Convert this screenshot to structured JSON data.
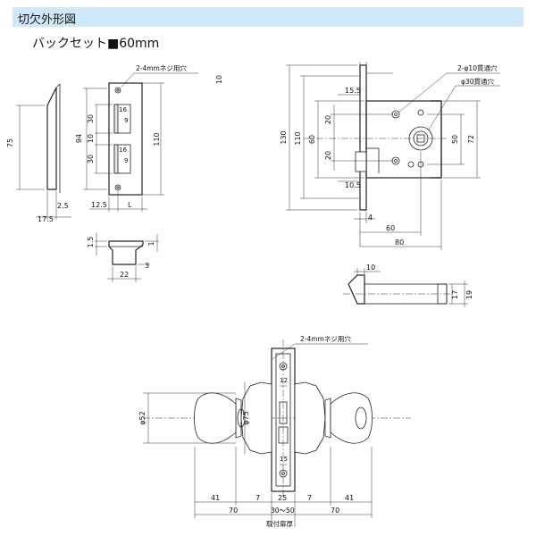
{
  "header": {
    "title": "切欠外形図"
  },
  "subtitle": "バックセット■60mm",
  "labels": {
    "screw_holes": "2-4mmネジ用穴",
    "phi10": "2-φ10貫通穴",
    "phi30": "φ30貫通穴",
    "door_thickness": "取付扉厚",
    "phi75": "φ75",
    "phi52": "φ52",
    "range": "30〜50",
    "L": "L"
  },
  "dims": {
    "d75": "75",
    "d17_5": "17.5",
    "d2_5": "2.5",
    "d94": "94",
    "d30a": "30",
    "d16a": "16",
    "d9a": "9",
    "d10": "10",
    "d30b": "30",
    "d16b": "16",
    "d9b": "9",
    "d12_5": "12.5",
    "d110a": "110",
    "d1_5": "1.5",
    "d1": "1",
    "d3": "3",
    "d22": "22",
    "r10top": "10",
    "r130": "130",
    "r110": "110",
    "r60": "60",
    "r15_5": "15.5",
    "r20a": "20",
    "r20b": "20",
    "r10_5": "10.5",
    "r4": "4",
    "r60b": "60",
    "r80": "80",
    "r50": "50",
    "r72": "72",
    "s10": "10",
    "s17": "17",
    "s19": "19",
    "b12": "12",
    "b15": "15",
    "b41a": "41",
    "b7a": "7",
    "b25": "25",
    "b7b": "7",
    "b41b": "41",
    "b70a": "70",
    "b70b": "70"
  }
}
